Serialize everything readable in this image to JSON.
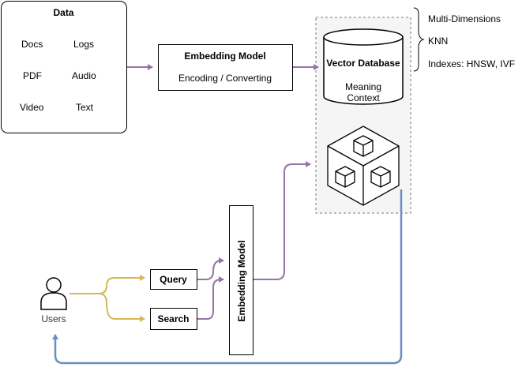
{
  "data_box": {
    "title": "Data",
    "items": [
      "Docs",
      "Logs",
      "PDF",
      "Audio",
      "Video",
      "Text"
    ]
  },
  "embed_top": {
    "title": "Embedding Model",
    "subtitle": "Encoding / Converting"
  },
  "vector_db": {
    "title": "Vector Database",
    "line1": "Meaning",
    "line2": "Context"
  },
  "features": [
    "Multi-Dimensions",
    "KNN",
    "Indexes: HNSW, IVF"
  ],
  "query_label": "Query",
  "search_label": "Search",
  "embed_vertical": "Embedding Model",
  "users_label": "Users",
  "colors": {
    "purple": "#9673a6",
    "yellow": "#d6b656",
    "blue": "#6c8ebf",
    "gray": "#999999"
  },
  "icons": [
    "user-icon",
    "cubes-icon",
    "database-cylinder"
  ]
}
